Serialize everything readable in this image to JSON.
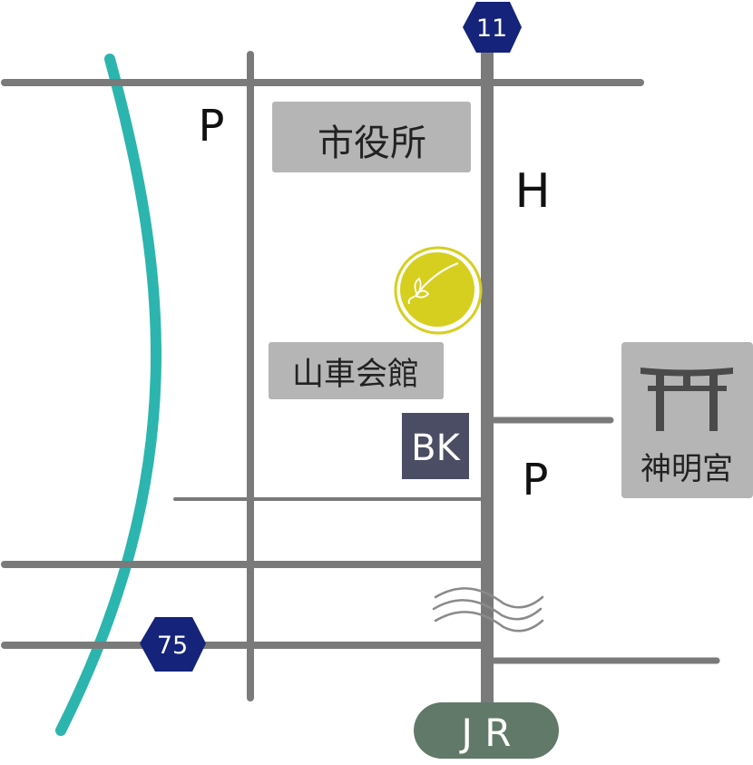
{
  "map": {
    "routes": {
      "north": "11",
      "southwest": "75"
    },
    "labels": {
      "parking_1": "P",
      "parking_2": "P",
      "hospital": "H",
      "bank": "BK"
    },
    "buildings": {
      "city_hall": "市役所",
      "hall": "山車会館",
      "shrine": "神明宮"
    },
    "station": "J R",
    "colors": {
      "road": "#7a7a7a",
      "river": "#2cb5ae",
      "route_marker": "#15237a",
      "building_box": "#b5b5b5",
      "bank_box": "#4a4d63",
      "station_pill": "#617968",
      "destination_marker": "#d6cf1f"
    },
    "icons": {
      "shrine": "torii-gate-icon",
      "destination": "destination-marker-icon",
      "crossing": "wavy-break-icon"
    }
  }
}
